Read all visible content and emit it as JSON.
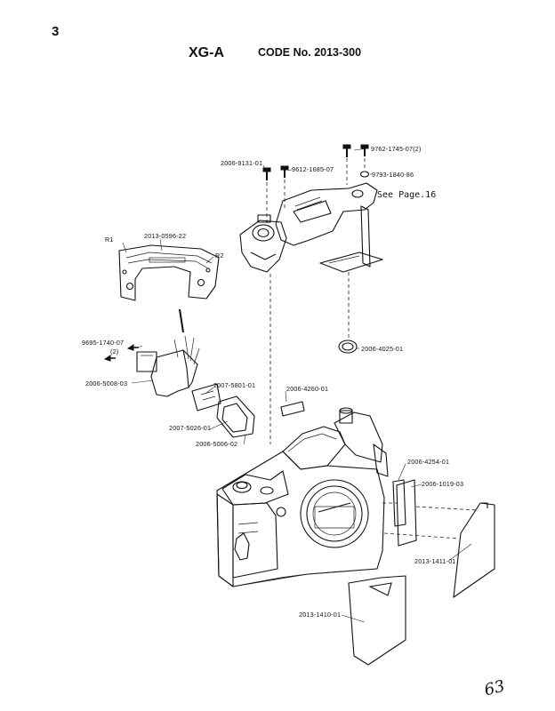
{
  "page": {
    "number": "3",
    "model": "XG-A",
    "code": "CODE No. 2013-300",
    "handwritten_mark": "63"
  },
  "callouts": {
    "c1": "2006-9131-01",
    "c2": "9612-1685-07",
    "c3": "9762-1745-07(2)",
    "c4": "9793-1840-86",
    "c5": "See Page.16",
    "c6": "2013-0596-22",
    "c7": "R1",
    "c8": "R2",
    "c9": "9695-1740-07",
    "c10": "(2)",
    "c11": "2006-5008-03",
    "c12": "2007-5801-01",
    "c13": "2006-4260-01",
    "c14": "2006-4025-01",
    "c15": "2007-5026-01",
    "c16": "2006-5006-02",
    "c17": "2006-4254-01",
    "c18": "2006-1019-03",
    "c19": "2013-1411-01",
    "c20": "2013-1410-01"
  }
}
